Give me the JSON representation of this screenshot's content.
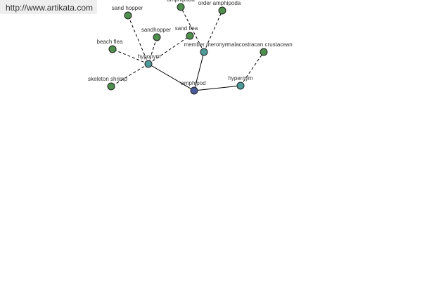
{
  "source_url": "http://www.artikata.com",
  "colors": {
    "root_node": "#4a5b9c",
    "relation_node": "#4e9a9a",
    "term_node": "#4e8f4e",
    "node_stroke": "#222222",
    "edge": "#000000",
    "label": "#333333"
  },
  "graph": {
    "nodes": [
      {
        "id": "amphipod",
        "label": "amphipod",
        "kind": "root"
      },
      {
        "id": "hyponym",
        "label": "hyponym",
        "kind": "relation"
      },
      {
        "id": "member-meronym",
        "label": "member meronym",
        "kind": "relation"
      },
      {
        "id": "hypernym",
        "label": "hypernym",
        "kind": "relation"
      },
      {
        "id": "sand-hopper",
        "label": "sand hopper",
        "kind": "term"
      },
      {
        "id": "sandhopper",
        "label": "sandhopper",
        "kind": "term"
      },
      {
        "id": "sand-flea",
        "label": "sand flea",
        "kind": "term"
      },
      {
        "id": "beach-flea",
        "label": "beach flea",
        "kind": "term"
      },
      {
        "id": "skeleton-shrimp",
        "label": "skeleton shrimp",
        "kind": "term"
      },
      {
        "id": "amphipoda",
        "label": "amphipoda",
        "kind": "term"
      },
      {
        "id": "order-amphipoda",
        "label": "order amphipoda",
        "kind": "term"
      },
      {
        "id": "malacostracan-crustacean",
        "label": "malacostracan crustacean",
        "kind": "term"
      }
    ],
    "edges": [
      {
        "from": "amphipod",
        "to": "hyponym",
        "style": "solid"
      },
      {
        "from": "amphipod",
        "to": "member-meronym",
        "style": "solid"
      },
      {
        "from": "amphipod",
        "to": "hypernym",
        "style": "solid"
      },
      {
        "from": "hyponym",
        "to": "sand-hopper",
        "style": "dashed"
      },
      {
        "from": "hyponym",
        "to": "sandhopper",
        "style": "dashed"
      },
      {
        "from": "hyponym",
        "to": "sand-flea",
        "style": "dashed"
      },
      {
        "from": "hyponym",
        "to": "beach-flea",
        "style": "dashed"
      },
      {
        "from": "hyponym",
        "to": "skeleton-shrimp",
        "style": "dashed"
      },
      {
        "from": "member-meronym",
        "to": "amphipoda",
        "style": "dashed"
      },
      {
        "from": "member-meronym",
        "to": "order-amphipoda",
        "style": "dashed"
      },
      {
        "from": "hypernym",
        "to": "malacostracan-crustacean",
        "style": "dashed"
      }
    ]
  }
}
